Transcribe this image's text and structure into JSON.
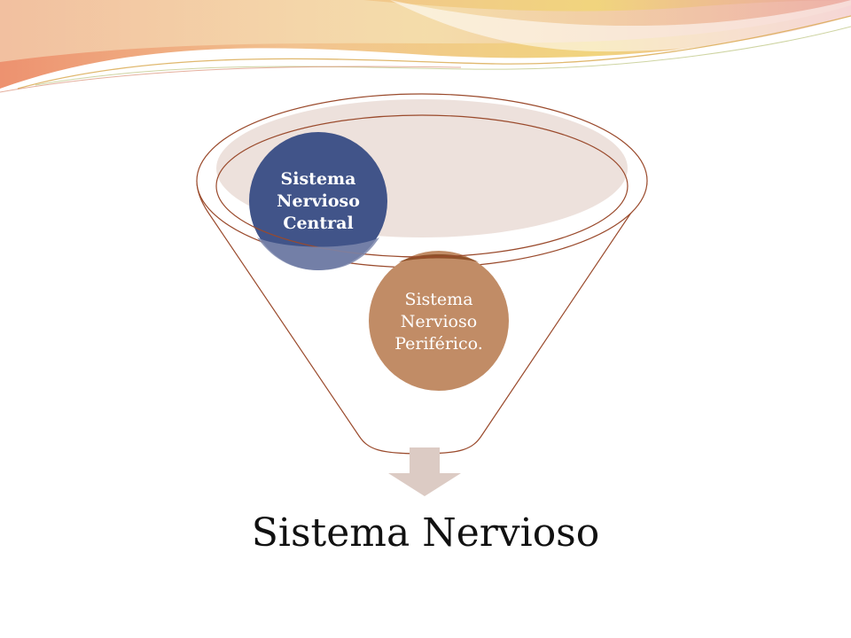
{
  "diagram": {
    "type": "funnel",
    "inputs": [
      {
        "label": "Sistema\nNervioso\nCentral",
        "color": "#415489"
      },
      {
        "label": "Sistema\nNervioso\nPeriférico.",
        "color": "#c18c66"
      }
    ],
    "result": {
      "label": "Sistema Nervioso"
    }
  },
  "colors": {
    "funnel_outline": "#9a4a2c",
    "funnel_rim_fill": "#ecdfda",
    "arrow": "#dccbc4",
    "banner_orange": "#eea27d",
    "banner_gold": "#efcf72",
    "banner_pink": "#e9b6b6"
  }
}
